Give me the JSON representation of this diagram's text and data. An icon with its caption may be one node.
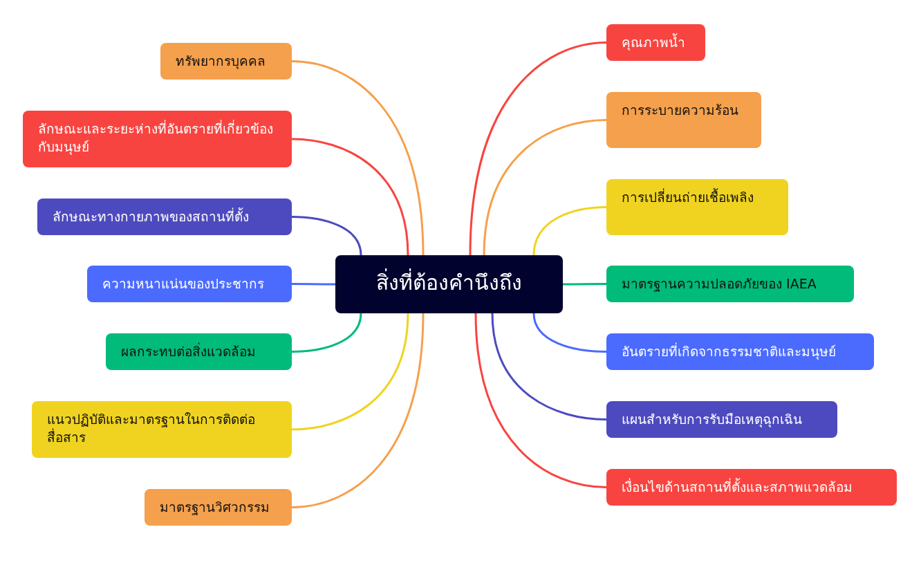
{
  "diagram": {
    "nodes": [
      {
        "text": [
          "สิ่งที่ต้องคำนึงถึง"
        ]
      },
      {
        "text": [
          "ทรัพยากรบุคคล"
        ]
      },
      {
        "text": [
          "ลักษณะและระยะห่างที่อันตรายที่เกี่ยวข้องกับมนุษย์"
        ]
      },
      {
        "text": [
          "ลักษณะทางกายภาพของสถานที่ตั้ง"
        ]
      },
      {
        "text": [
          "ความหนาแน่นของประชากร"
        ]
      },
      {
        "text": [
          "ผลกระทบต่อสิ่งแวดล้อม"
        ]
      },
      {
        "text": [
          "แนวปฏิบัติและมาตรฐานในการติดต่อสื่อสาร"
        ]
      },
      {
        "text": [
          "มาตรฐานวิศวกรรม"
        ]
      },
      {
        "text": [
          "คุณภาพน้ำ"
        ]
      },
      {
        "text": [
          "การระบายความร้อน"
        ]
      },
      {
        "text": [
          "การเปลี่ยนถ่ายเชื้อเพลิง"
        ]
      },
      {
        "text": [
          "มาตรฐานความปลอดภัยของ IAEA"
        ]
      },
      {
        "text": [
          "อันตรายที่เกิดจากธรรมชาติและมนุษย์"
        ]
      },
      {
        "text": [
          "แผนสำหรับการรับมือเหตุฉุกเฉิน"
        ]
      },
      {
        "text": [
          "เงื่อนไขด้านสถานที่ตั้งและสภาพแวดล้อม"
        ]
      }
    ],
    "edges": [
      {
        "from": 0,
        "to": 1,
        "arrow": "none",
        "color": "#f5a04c"
      },
      {
        "from": 0,
        "to": 2,
        "arrow": "none",
        "color": "#f84440"
      },
      {
        "from": 0,
        "to": 3,
        "arrow": "none",
        "color": "#4d4abf"
      },
      {
        "from": 0,
        "to": 4,
        "arrow": "none",
        "color": "#4b6bfe"
      },
      {
        "from": 0,
        "to": 5,
        "arrow": "none",
        "color": "#00bb7a"
      },
      {
        "from": 0,
        "to": 6,
        "arrow": "none",
        "color": "#f0d320"
      },
      {
        "from": 0,
        "to": 7,
        "arrow": "none",
        "color": "#f5a04c"
      },
      {
        "from": 0,
        "to": 8,
        "arrow": "none",
        "color": "#f84440"
      },
      {
        "from": 0,
        "to": 9,
        "arrow": "none",
        "color": "#f5a04c"
      },
      {
        "from": 0,
        "to": 10,
        "arrow": "none",
        "color": "#f0d320"
      },
      {
        "from": 0,
        "to": 11,
        "arrow": "none",
        "color": "#00bb7a"
      },
      {
        "from": 0,
        "to": 12,
        "arrow": "none",
        "color": "#4b6bfe"
      },
      {
        "from": 0,
        "to": 13,
        "arrow": "none",
        "color": "#4d4abf"
      },
      {
        "from": 0,
        "to": 14,
        "arrow": "none",
        "color": "#f84440"
      }
    ]
  }
}
